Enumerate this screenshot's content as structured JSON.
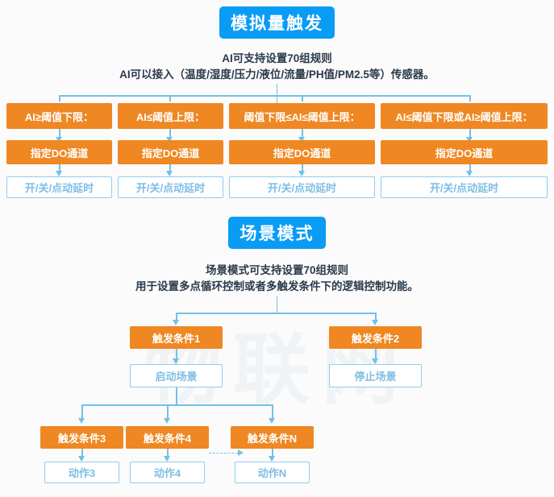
{
  "page": {
    "background": "#fbfbfb",
    "accent_orange": "#ef8722",
    "accent_blue": "#0a9cf5",
    "line_blue": "#73c1e8",
    "watermark": "物联网"
  },
  "section_analog": {
    "banner_label": "模拟量触发",
    "desc_line1": "AI可支持设置70组规则",
    "desc_line2": "AI可以接入（温度/湿度/压力/液位/流量/PH值/PM2.5等）传感器。",
    "columns": [
      {
        "condition": "AI≥阈值下限：",
        "action": "指定DO通道",
        "result": "开/关/点动延时"
      },
      {
        "condition": "AI≤阈值上限：",
        "action": "指定DO通道",
        "result": "开/关/点动延时"
      },
      {
        "condition": "阈值下限≤AI≤阈值上限：",
        "action": "指定DO通道",
        "result": "开/关/点动延时"
      },
      {
        "condition": "AI≤阈值下限或AI≥阈值上限：",
        "action": "指定DO通道",
        "result": "开/关/点动延时"
      }
    ]
  },
  "section_scene": {
    "banner_label": "场景模式",
    "desc_line1": "场景模式可支持设置70组规则",
    "desc_line2": "用于设置多点循环控制或者多触发条件下的逻辑控制功能。",
    "trigger1": "触发条件1",
    "trigger2": "触发条件2",
    "start_scene": "启动场景",
    "stop_scene": "停止场景",
    "trigger3": "触发条件3",
    "trigger4": "触发条件4",
    "triggerN": "触发条件N",
    "action3": "动作3",
    "action4": "动作4",
    "actionN": "动作N"
  }
}
